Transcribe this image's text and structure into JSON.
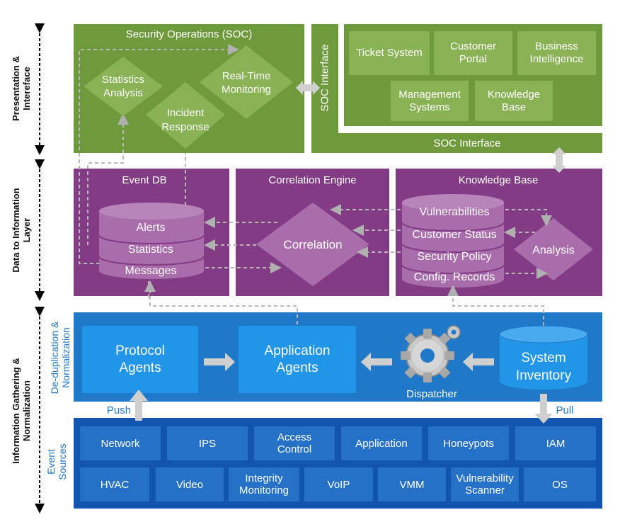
{
  "side_labels": {
    "presentation": [
      "Presentation &",
      "Intereface"
    ],
    "data_info": [
      "Data to Information",
      "Layer"
    ],
    "gathering": [
      "Information Gathering &",
      "Normalization"
    ]
  },
  "soc": {
    "title": "Security Operations (SOC)",
    "statistics": [
      "Statistics",
      "Analysis"
    ],
    "realtime": [
      "Real-Time",
      "Monitoring"
    ],
    "incident": [
      "Incident",
      "Response"
    ]
  },
  "soc_interface_vertical": "SOC Interface",
  "soc_interface_bottom": "SOC Interface",
  "apps": {
    "ticket": "Ticket System",
    "portal": [
      "Customer",
      "Portal"
    ],
    "bi": [
      "Business",
      "Intelligence"
    ],
    "mgmt": [
      "Management",
      "Systems"
    ],
    "kb": [
      "Knowledge",
      "Base"
    ]
  },
  "event_db": {
    "title": "Event DB",
    "alerts": "Alerts",
    "statistics": "Statistics",
    "messages": "Messages"
  },
  "correlation_engine": {
    "title": "Correlation Engine",
    "correlation": "Correlation"
  },
  "knowledge_base": {
    "title": "Knowledge Base",
    "vulnerabilities": "Vulnerabilities",
    "customer_status": "Customer Status",
    "security_policy": "Security Policy",
    "config_records": "Config. Records",
    "analysis": "Analysis"
  },
  "normalization": {
    "label": [
      "De-duplication &",
      "Normalization"
    ],
    "protocol_agents": [
      "Protocol",
      "Agents"
    ],
    "application_agents": [
      "Application",
      "Agents"
    ],
    "dispatcher": "Dispatcher",
    "system_inventory": [
      "System",
      "Inventory"
    ],
    "push": "Push",
    "pull": "Pull"
  },
  "event_sources": {
    "label": [
      "Event",
      "Sources"
    ],
    "row1": [
      "Network",
      "IPS",
      "Access\nControl",
      "Application",
      "Honeypots",
      "IAM"
    ],
    "row2": [
      "HVAC",
      "Video",
      "Integrity\nMonitoring",
      "VoIP",
      "VMM",
      "Vulnerability\nScanner",
      "OS"
    ]
  },
  "colors": {
    "green": "#6e9a3c",
    "purple": "#833b86",
    "blue": "#1f78c8",
    "dark_blue": "#1155b0"
  }
}
